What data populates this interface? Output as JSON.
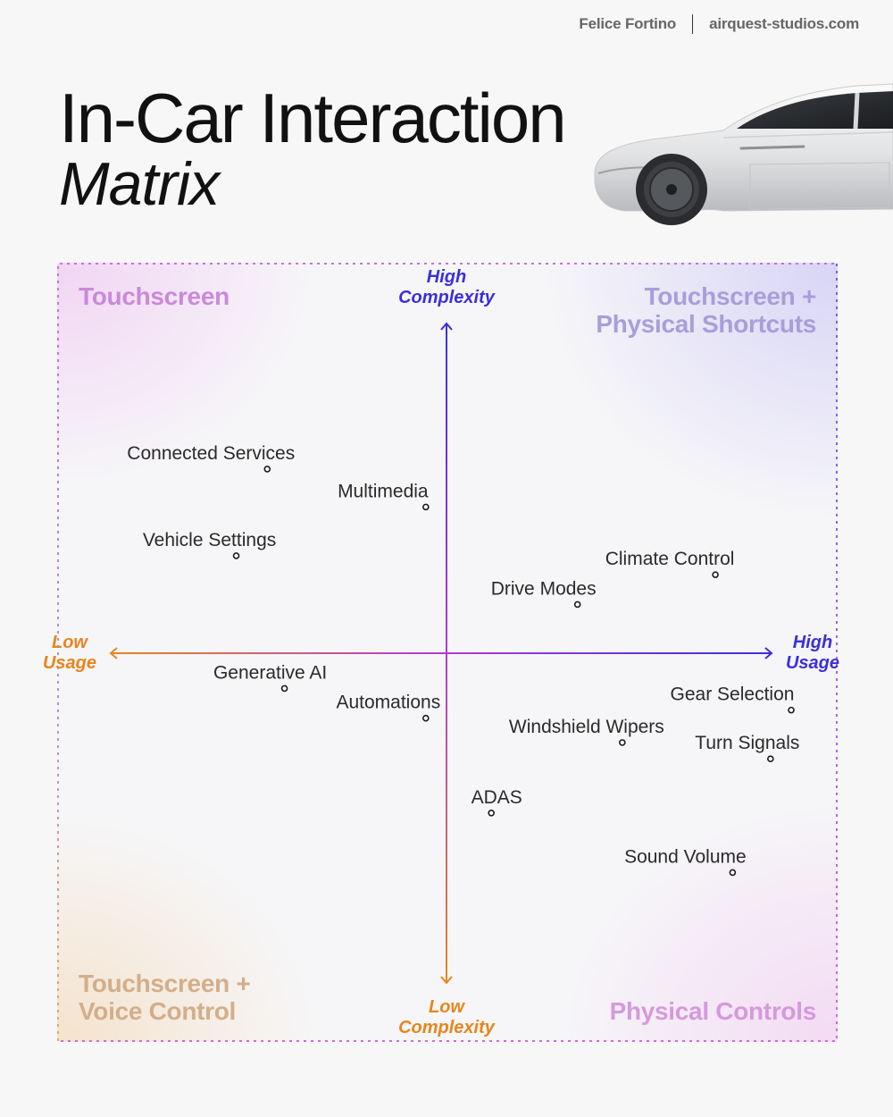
{
  "header": {
    "author": "Felice Fortino",
    "website": "airquest-studios.com"
  },
  "title": {
    "main": "In-Car Interaction",
    "sub": "Matrix"
  },
  "quadrants": {
    "top_left": "Touchscreen",
    "top_right_line1": "Touchscreen +",
    "top_right_line2": "Physical Shortcuts",
    "bottom_left_line1": "Touchscreen +",
    "bottom_left_line2": "Voice Control",
    "bottom_right": "Physical Controls"
  },
  "axes": {
    "top_line1": "High",
    "top_line2": "Complexity",
    "bottom_line1": "Low",
    "bottom_line2": "Complexity",
    "left_line1": "Low",
    "left_line2": "Usage",
    "right_line1": "High",
    "right_line2": "Usage"
  },
  "colors": {
    "blue": "#3b2fd9",
    "orange": "#e8851c",
    "magenta": "#b23ad8",
    "border_top": "#c86fe0",
    "border_bottom": "#e8a867"
  },
  "chart_data": {
    "type": "scatter",
    "xlabel_low": "Low Usage",
    "xlabel_high": "High Usage",
    "ylabel_low": "Low Complexity",
    "ylabel_high": "High Complexity",
    "xlim": [
      -1,
      1
    ],
    "ylim": [
      -1,
      1
    ],
    "grid": false,
    "points": [
      {
        "label": "Connected Services",
        "x": -0.52,
        "y": 0.68
      },
      {
        "label": "Multimedia",
        "x": -0.06,
        "y": 0.54
      },
      {
        "label": "Vehicle Settings",
        "x": -0.61,
        "y": 0.36
      },
      {
        "label": "Climate Control",
        "x": 0.78,
        "y": 0.29
      },
      {
        "label": "Drive Modes",
        "x": 0.38,
        "y": 0.18
      },
      {
        "label": "Generative AI",
        "x": -0.47,
        "y": -0.13
      },
      {
        "label": "Automations",
        "x": -0.06,
        "y": -0.24
      },
      {
        "label": "Gear Selection",
        "x": 1.0,
        "y": -0.21
      },
      {
        "label": "Windshield Wipers",
        "x": 0.51,
        "y": -0.33
      },
      {
        "label": "Turn Signals",
        "x": 0.94,
        "y": -0.39
      },
      {
        "label": "ADAS",
        "x": 0.13,
        "y": -0.59
      },
      {
        "label": "Sound Volume",
        "x": 0.83,
        "y": -0.81
      }
    ]
  }
}
